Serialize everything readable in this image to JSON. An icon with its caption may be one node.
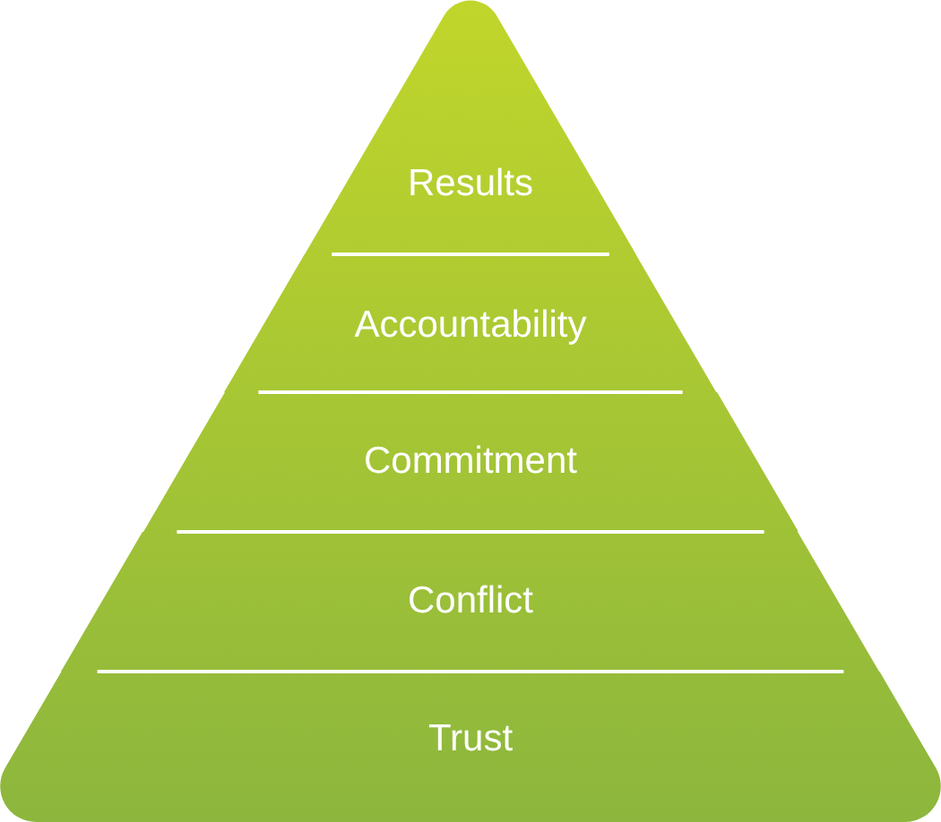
{
  "diagram": {
    "nodes": [
      {
        "text": [
          "Results"
        ]
      },
      {
        "text": [
          "Accountability"
        ]
      },
      {
        "text": [
          "Commitment"
        ]
      },
      {
        "text": [
          "Conflict"
        ]
      },
      {
        "text": [
          "Trust"
        ]
      }
    ]
  }
}
